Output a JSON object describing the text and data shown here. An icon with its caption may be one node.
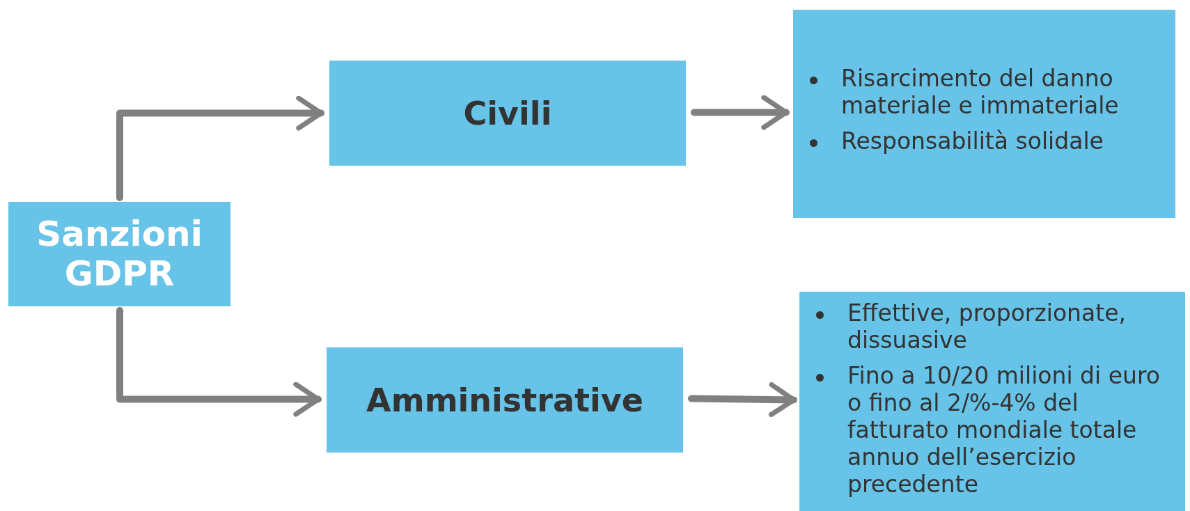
{
  "diagram": {
    "nodes": [
      {
        "text": [
          "Sanzioni GDPR"
        ]
      },
      {
        "text": [
          "Civili"
        ]
      },
      {
        "text": [
          "Amministrative"
        ]
      },
      {
        "text": [
          "Risarcimento del danno materiale e immateriale",
          "Responsabilità solidale"
        ]
      },
      {
        "text": [
          "Effettive, proporzionate, dissuasive",
          "Fino a 10/20 milioni di euro o fino al 2/%-4% del fatturato mondiale totale annuo dell’esercizio precedente"
        ]
      }
    ],
    "edges": [
      {
        "from": 0,
        "to": 1,
        "arrow": "to"
      },
      {
        "from": 0,
        "to": 2,
        "arrow": "to"
      },
      {
        "from": 1,
        "to": 3,
        "arrow": "to"
      },
      {
        "from": 2,
        "to": 4,
        "arrow": "to"
      }
    ]
  }
}
